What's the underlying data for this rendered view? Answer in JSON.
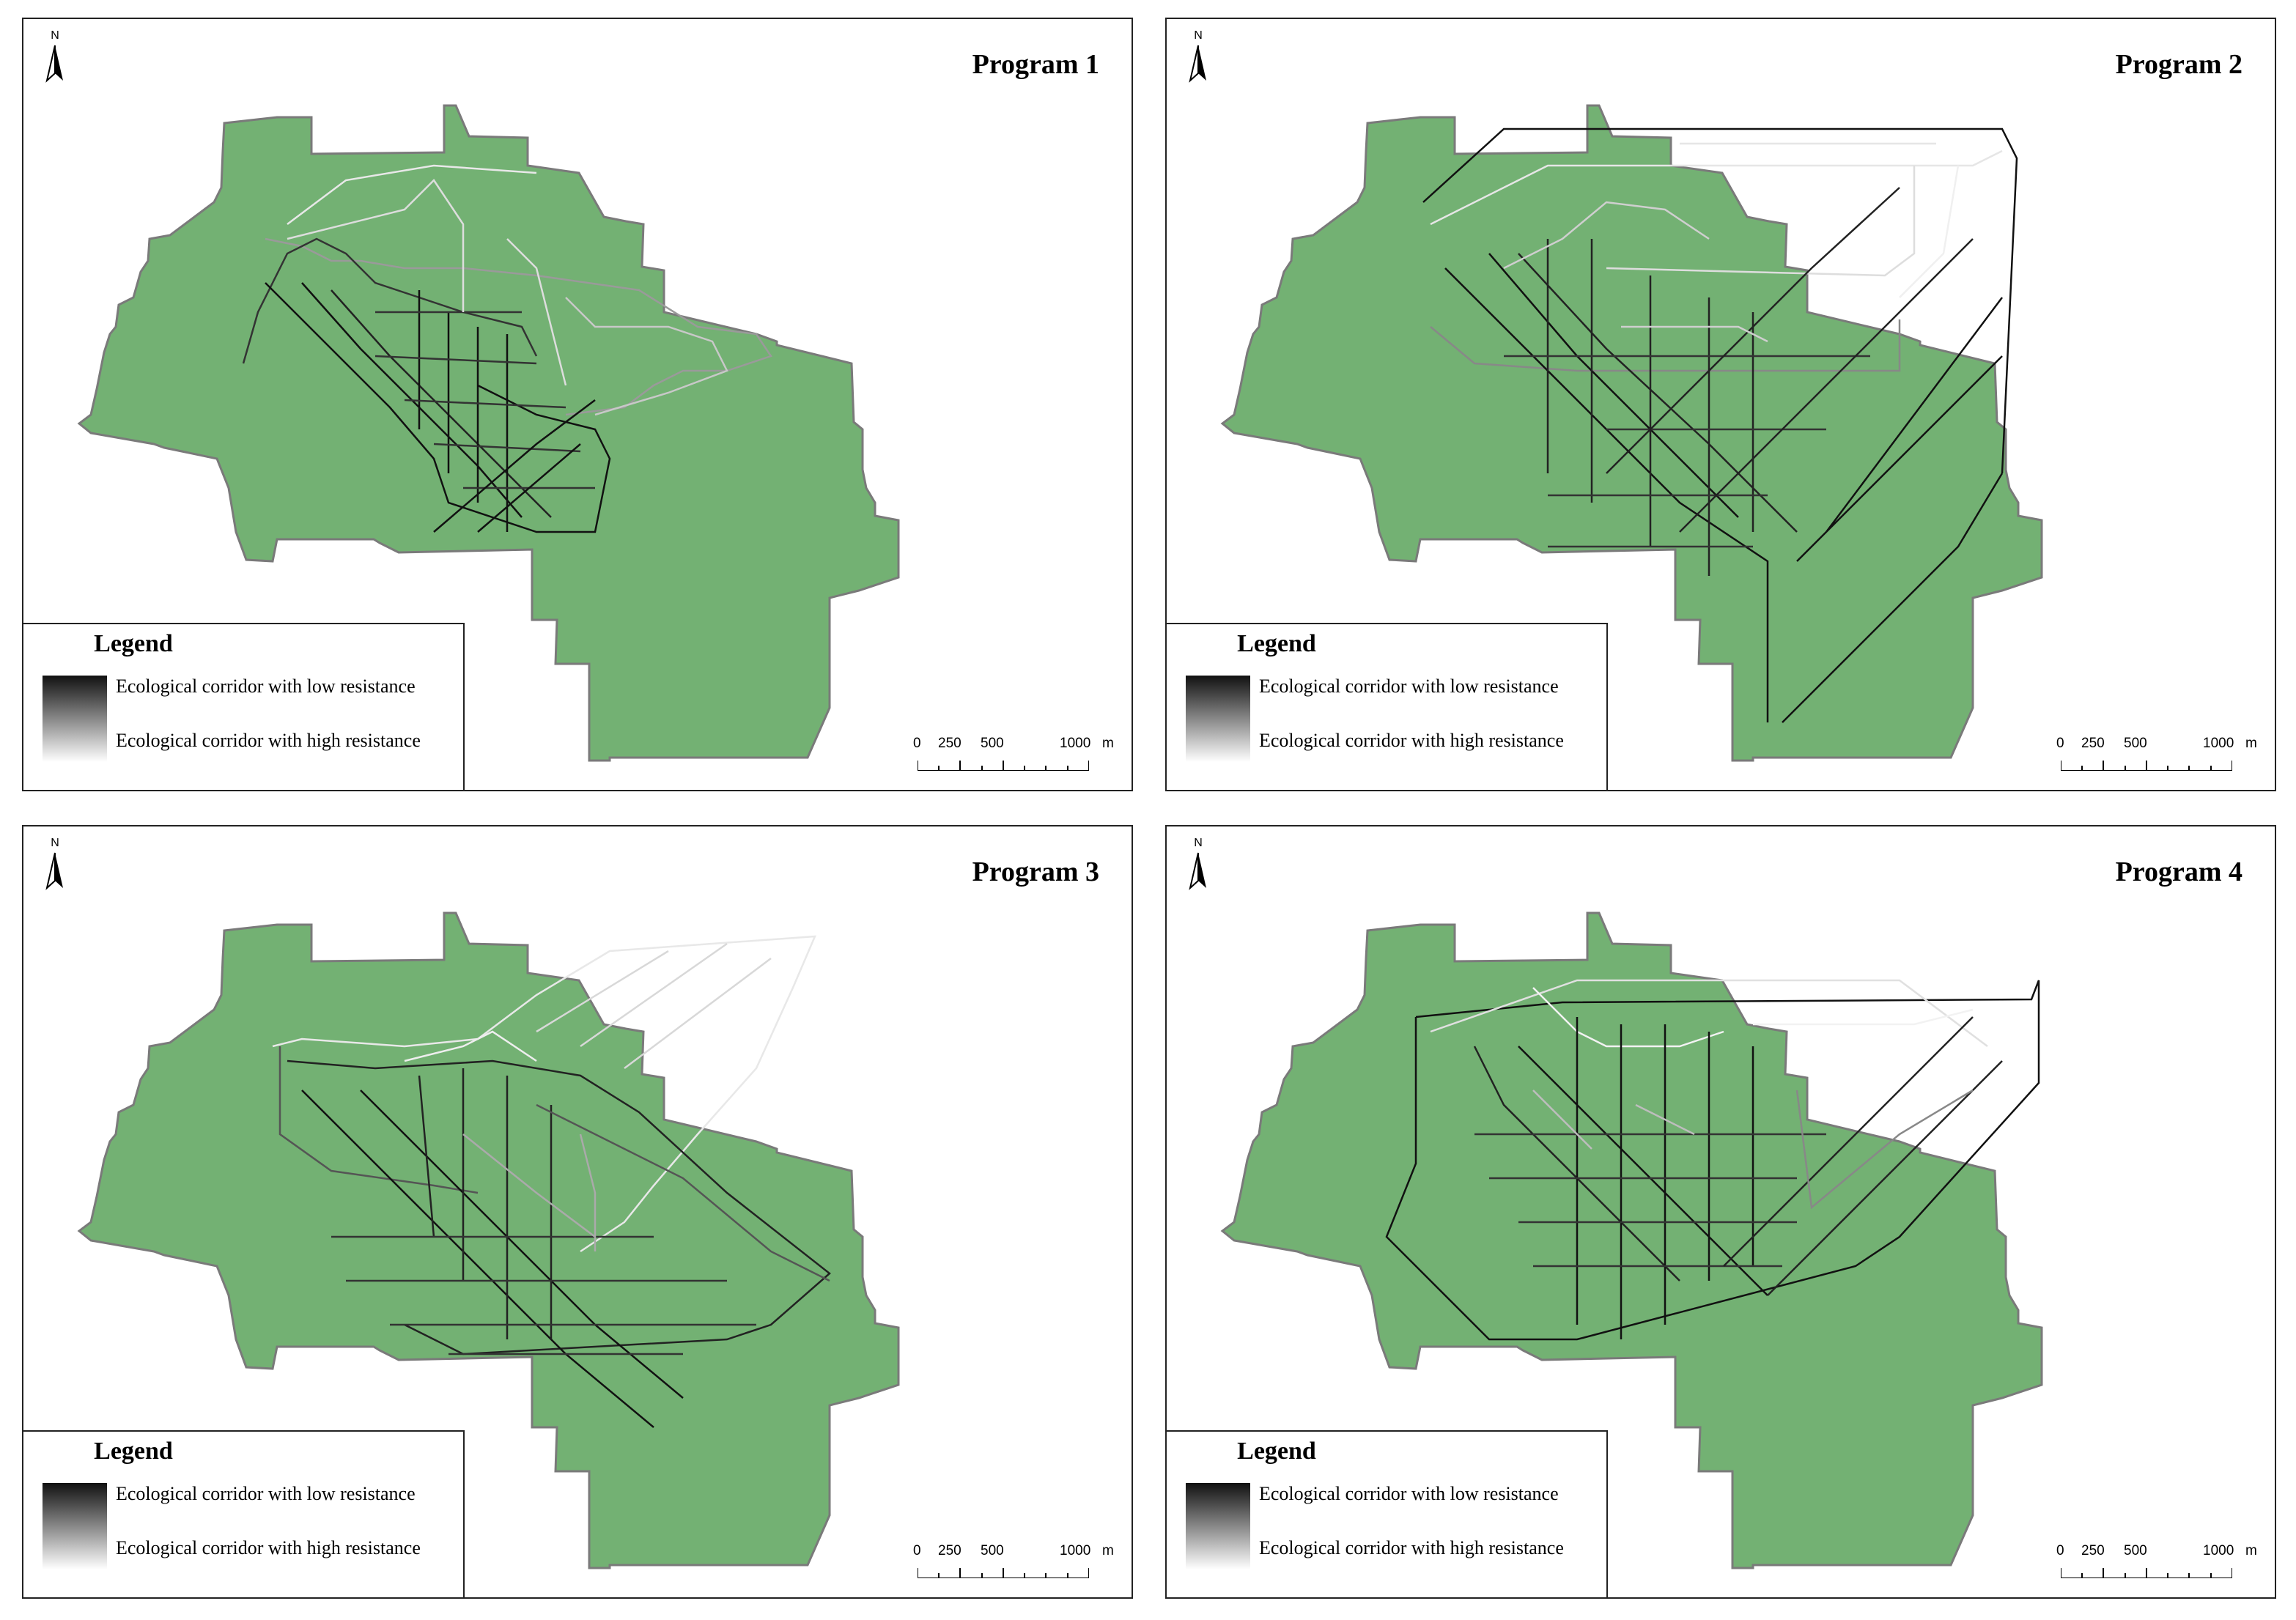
{
  "north_label": "N",
  "legend": {
    "title": "Legend",
    "low_label": "Ecological corridor with low resistance",
    "high_label": "Ecological corridor with high resistance"
  },
  "scale": {
    "ticks": [
      "0",
      "250",
      "500",
      "1000"
    ],
    "unit": "m"
  },
  "colors": {
    "land_fill": "#73b173",
    "boundary": "#7a7a7a",
    "corridor_low": "#111111",
    "corridor_high": "#ffffff"
  },
  "panels": [
    {
      "title": "Program 1"
    },
    {
      "title": "Program 2"
    },
    {
      "title": "Program 3"
    },
    {
      "title": "Program 4"
    }
  ]
}
